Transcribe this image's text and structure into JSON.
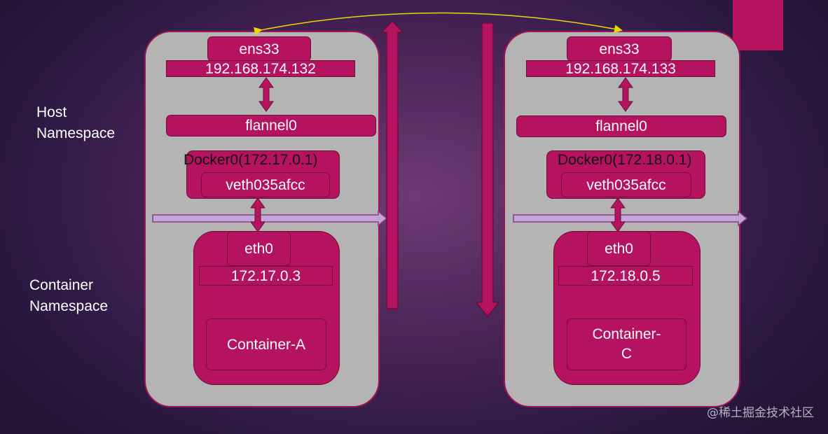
{
  "labels": {
    "host_namespace": "Host\nNamespace",
    "container_namespace": "Container\nNamespace"
  },
  "node_a": {
    "ens": "ens33",
    "host_ip": "192.168.174.132",
    "flannel": "flannel0",
    "docker": "Docker0(172.17.0.1)",
    "veth": "veth035afcc",
    "eth": "eth0",
    "container_ip": "172.17.0.3",
    "container": "Container-A"
  },
  "node_c": {
    "ens": "ens33",
    "host_ip": "192.168.174.133",
    "flannel": "flannel0",
    "docker": "Docker0(172.18.0.1)",
    "veth": "veth035afcc",
    "eth": "eth0",
    "container_ip": "172.18.0.5",
    "container": "Container-\nC"
  },
  "watermark": "@稀土掘金技术社区",
  "colors": {
    "accent": "#b5125f",
    "host_fill": "#b4b4b4",
    "link_line": "#e8d800",
    "namespace_arrow": "#c3a6d8"
  }
}
